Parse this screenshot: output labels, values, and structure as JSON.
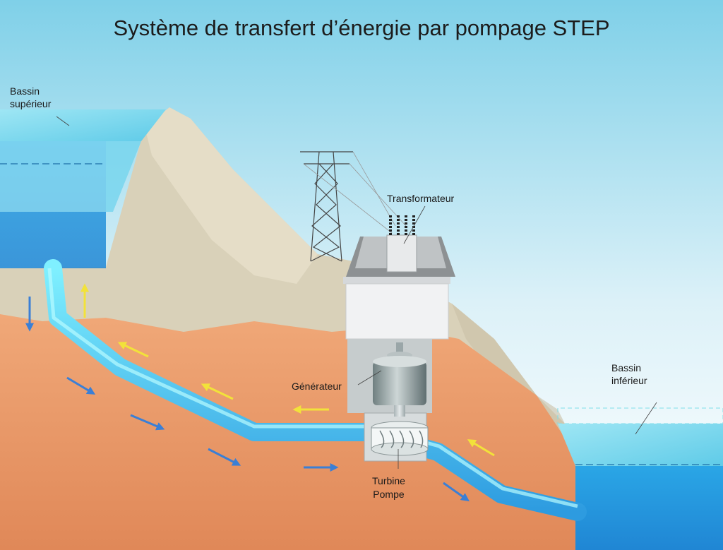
{
  "title": "Système de transfert d’énergie par pompage STEP",
  "labels": {
    "upper_basin_line1": "Bassin",
    "upper_basin_line2": "supérieur",
    "transformer": "Transformateur",
    "generator": "Générateur",
    "turbine_line1": "Turbine",
    "turbine_line2": "Pompe",
    "lower_basin_line1": "Bassin",
    "lower_basin_line2": "inférieur"
  },
  "colors": {
    "sky_top": "#7fd0e8",
    "sky_bottom": "#ffffff",
    "hill": "#d8d0b8",
    "ground": "#e89a68",
    "water": "#2ea0e0",
    "pipe": "#3ec6e6",
    "flow_down_arrow": "#3a7fd6",
    "flow_up_arrow": "#f2e23a",
    "building": "#eef0f2",
    "machine": "#9aa8a8"
  },
  "icons": {
    "pylon": "transmission-tower-icon",
    "transformer": "transformer-icon",
    "generator": "generator-icon",
    "turbine": "turbine-icon"
  }
}
